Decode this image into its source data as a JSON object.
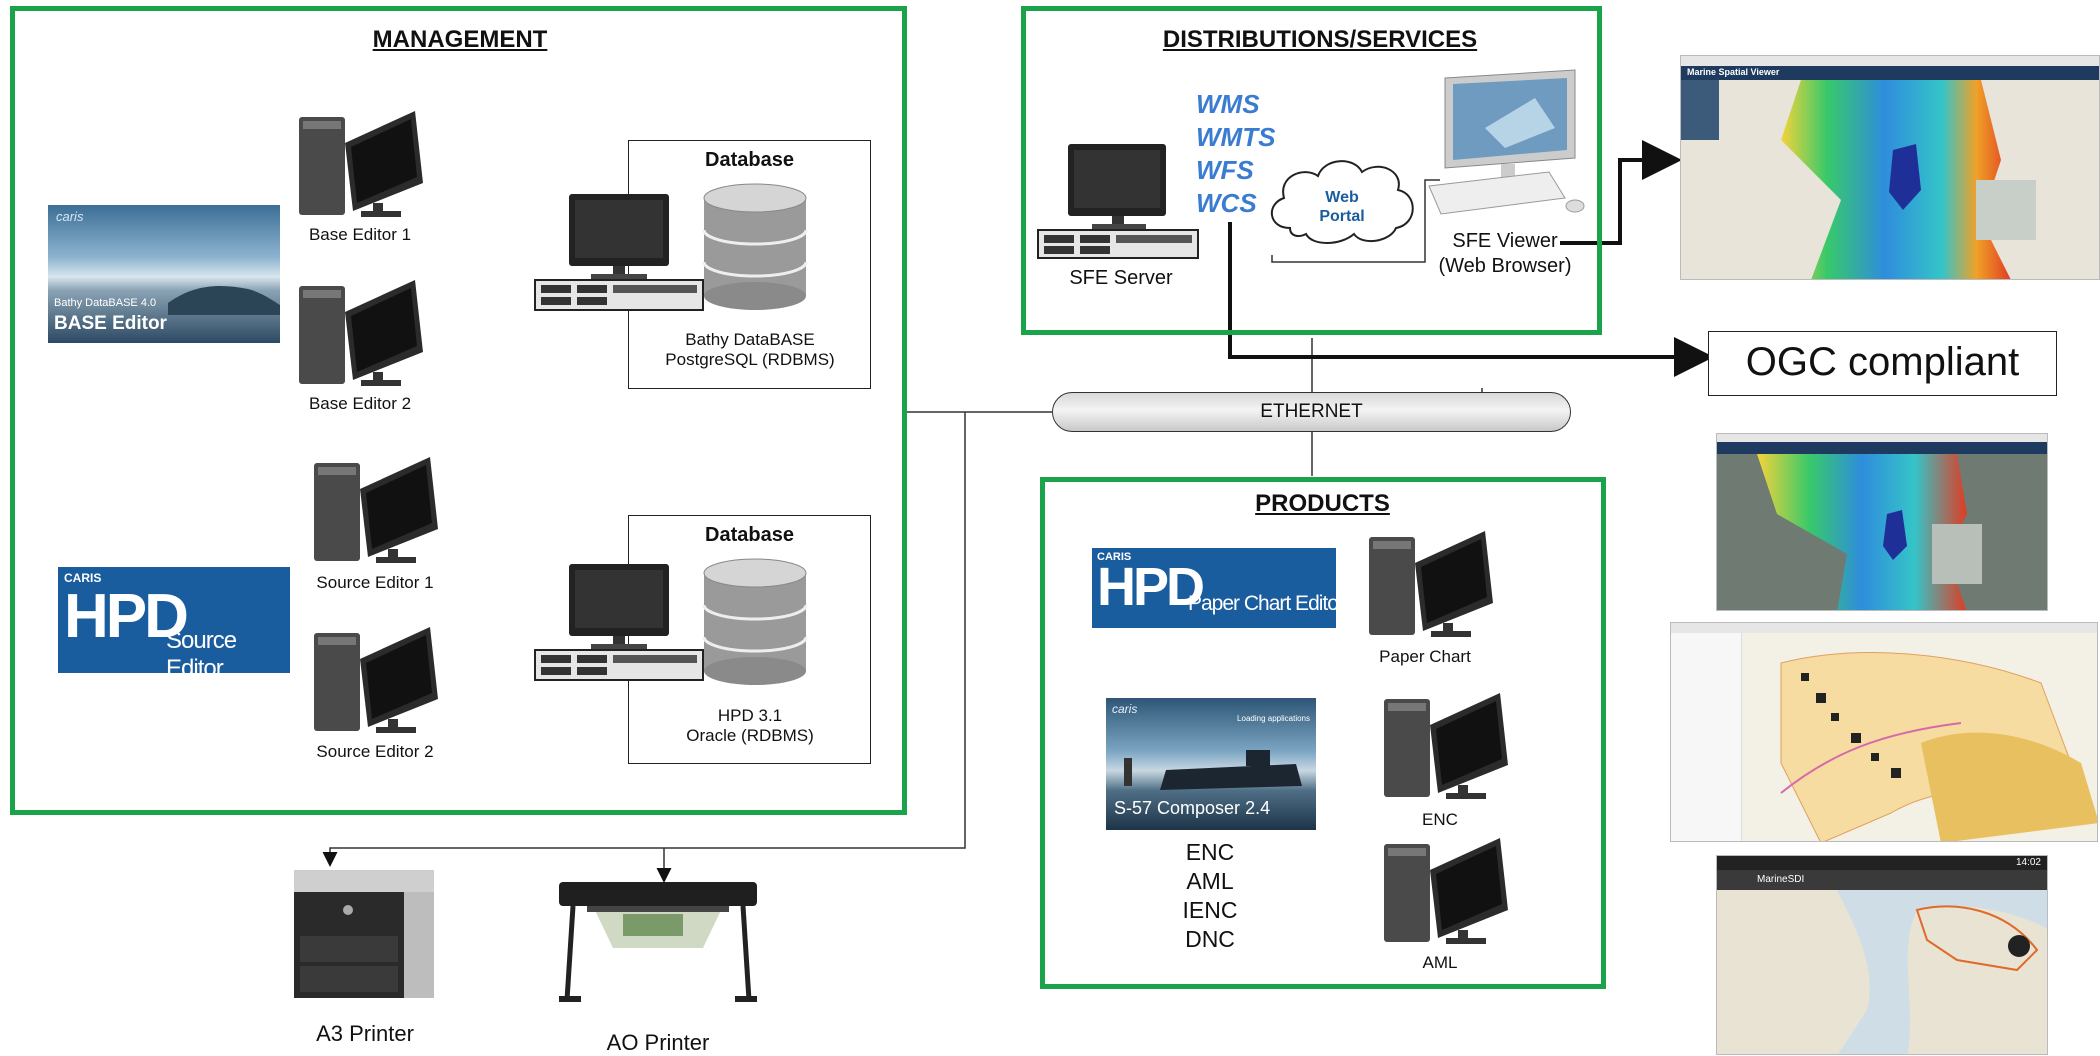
{
  "management": {
    "title": "MANAGEMENT",
    "base_logo": {
      "brand": "caris",
      "product": "Bathy DataBASE 4.0",
      "name": "BASE Editor"
    },
    "hpd_logo": {
      "brand": "CARIS",
      "big": "HPD",
      "name": "Source Editor"
    },
    "workstations": [
      "Base Editor 1",
      "Base Editor 2",
      "Source Editor 1",
      "Source Editor 2"
    ],
    "databases": [
      {
        "title": "Database",
        "caption": "Bathy DataBASE\nPostgreSQL (RDBMS)"
      },
      {
        "title": "Database",
        "caption": "HPD 3.1\nOracle (RDBMS)"
      }
    ]
  },
  "distributions": {
    "title": "DISTRIBUTIONS/SERVICES",
    "protocols": [
      "WMS",
      "WMTS",
      "WFS",
      "WCS"
    ],
    "server_label": "SFE Server",
    "portal_label": "Web\nPortal",
    "viewer_label": "SFE Viewer\n(Web Browser)"
  },
  "ethernet_label": "ETHERNET",
  "ogc_label": "OGC compliant",
  "products": {
    "title": "PRODUCTS",
    "hpd_logo": {
      "brand": "CARIS",
      "big": "HPD",
      "name": "Paper Chart Editor"
    },
    "s57_logo": {
      "brand": "caris",
      "tag": "Loading applications",
      "name": "S-57 Composer",
      "version": "2.4"
    },
    "formats": [
      "ENC",
      "AML",
      "IENC",
      "DNC"
    ],
    "workstations": [
      "Paper Chart",
      "ENC",
      "AML"
    ]
  },
  "printers": [
    "A3 Printer",
    "AO Printer"
  ],
  "screenshots": {
    "viewer_title": "Marine Spatial Viewer",
    "mobile_app": "MarineSDI",
    "mobile_time": "14:02"
  },
  "colors": {
    "group_border": "#1aa34a",
    "protocol_text": "#3a7dd0",
    "logo_blue": "#1a5d9e"
  }
}
